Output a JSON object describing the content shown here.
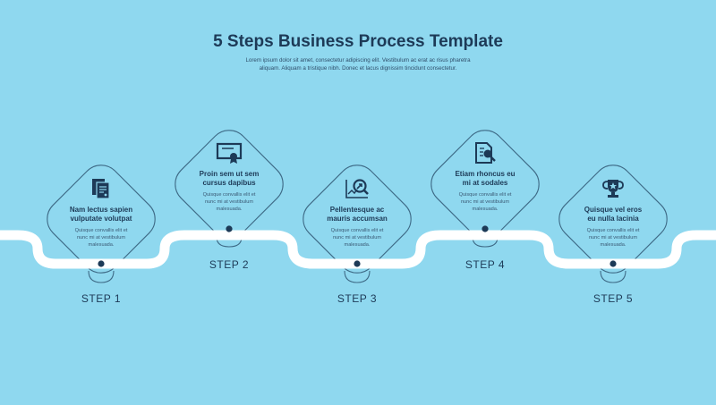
{
  "header": {
    "title": "5 Steps Business Process Template",
    "subtitle_line1": "Lorem ipsum dolor sit amet, consectetur adipiscing elit. Vestibulum ac erat ac risus pharetra",
    "subtitle_line2": "aliquam. Aliquam a tristique nibh. Donec et lacus dignissim tincidunt consectetur."
  },
  "colors": {
    "background": "#8fd8ef",
    "path": "#ffffff",
    "outline": "#3e6a86",
    "text": "#1d3a57"
  },
  "steps": [
    {
      "label": "STEP 1",
      "heading_line1": "Nam lectus sapien",
      "heading_line2": "vulputate volutpat",
      "body_line1": "Quisque convallis elit et",
      "body_line2": "nunc mi at vestibulum",
      "body_line3": "malesuada.",
      "icon": "documents-icon"
    },
    {
      "label": "STEP 2",
      "heading_line1": "Proin sem ut sem",
      "heading_line2": "cursus dapibus",
      "body_line1": "Quisque convallis elit et",
      "body_line2": "nunc mi at vestibulum",
      "body_line3": "malesuada.",
      "icon": "certificate-icon"
    },
    {
      "label": "STEP 3",
      "heading_line1": "Pellentesque ac",
      "heading_line2": "mauris accumsan",
      "body_line1": "Quisque convallis elit et",
      "body_line2": "nunc mi at vestibulum",
      "body_line3": "malesuada.",
      "icon": "search-chart-icon"
    },
    {
      "label": "STEP 4",
      "heading_line1": "Etiam rhoncus eu",
      "heading_line2": "mi at sodales",
      "body_line1": "Quisque convallis elit et",
      "body_line2": "nunc mi at vestibulum",
      "body_line3": "malesuada.",
      "icon": "document-search-icon"
    },
    {
      "label": "STEP 5",
      "heading_line1": "Quisque vel eros",
      "heading_line2": "eu nulla lacinia",
      "body_line1": "Quisque convallis elit et",
      "body_line2": "nunc mi at vestibulum",
      "body_line3": "malesuada.",
      "icon": "trophy-icon"
    }
  ]
}
